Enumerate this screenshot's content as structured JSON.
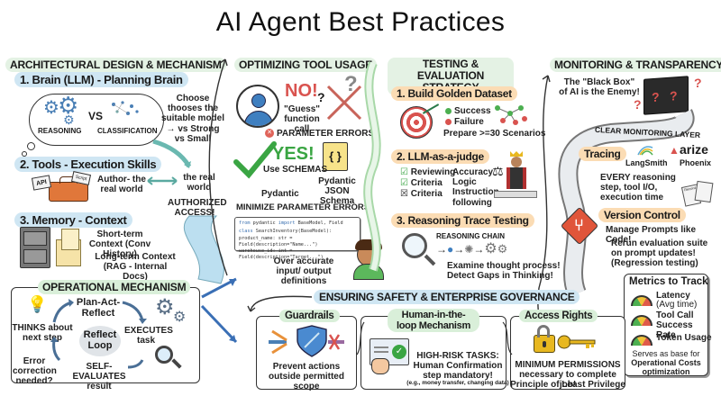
{
  "title": "AI Agent Best Practices",
  "architecture": {
    "heading": "ARCHITECTURAL DESIGN & MECHANISM",
    "brain": {
      "label": "1. Brain (LLM) - Planning Brain",
      "left": "REASONING",
      "vs": "VS",
      "right": "CLASSIFICATION",
      "note": "Choose thooses the suitable model → vs Strong vs Small"
    },
    "tools": {
      "label": "2. Tools - Execution Skills",
      "api_tag": "API",
      "script_tag": "Script",
      "author": "Author- the real world",
      "real_world": "the real world",
      "authorized": "AUTHORIZED ACCESS!"
    },
    "memory": {
      "label": "3. Memory - Context",
      "short_term": "Short-term Context (Conv History)",
      "long_term": "Long-term Context (RAG - Internal Docs)"
    },
    "operational": {
      "heading": "OPERATIONAL MECHANISM",
      "plan": "Plan-Act- Reflect",
      "thinks": "THINKS about next step",
      "center": "Reflect Loop",
      "executes": "EXECUTES task",
      "error": "Error correction needed?",
      "self_eval": "SELF-EVALUATES result"
    }
  },
  "tool_usage": {
    "heading": "OPTIMIZING TOOL USAGE",
    "no": "NO!",
    "guess": "\"Guess\" function call",
    "param_errors": "PARAMETER ERRORS",
    "yes": "YES!",
    "use_schemas": "Use SCHEMAS",
    "pydantic": "Pydantic",
    "pydantic_json": "Pydantic JSON Schema",
    "minimize": "MINIMIZE PARAMETER ERRORS!",
    "code": {
      "line1_kw": "from",
      "line1_mod": " pydantic ",
      "line1_kw2": "import",
      "line1_rest": " BaseModel, Field",
      "line2_kw": "class",
      "line2_rest": " SearchInventory(BaseModel):",
      "line3": "  product_name: str = Field(description=\"Name...\")",
      "line4": "  warehouse_id: int = Field(description=\"Target...\")"
    },
    "over_accurate": "Over accurate input/ output definitions"
  },
  "testing": {
    "heading": "TESTING & EVALUATION STRATEGY",
    "golden": {
      "label": "1. Build Golden Dataset",
      "success": "Success",
      "failure": "Failure",
      "prepare": "Prepare >=30 Scenarios"
    },
    "judge": {
      "label": "2. LLM-as-a-judge",
      "check1": "Reviewing",
      "check2": "Criteria",
      "check3": "Criteria",
      "criteria": "Accuracy Logic Instruction following"
    },
    "trace": {
      "label": "3. Reasoning Trace Testing",
      "chain": "REASONING CHAIN",
      "examine": "Examine thought process!",
      "detect": "Detect Gaps in Thinking!"
    }
  },
  "monitoring": {
    "heading": "MONITORING & TRANSPARENCY",
    "black_box": "The \"Black Box\" of AI is the Enemy!",
    "layer": "CLEAR MONITORING LAYER",
    "tracing": {
      "label": "Tracing",
      "tool1": "LangSmith",
      "tool2": "arize",
      "tool2_sub": "Phoenix",
      "desc": "EVERY reasoning step, tool I/O, execution time",
      "doc_tag": "Record"
    },
    "version": {
      "label": "Version Control",
      "desc": "Manage Prompts like Code!",
      "rerun": "Rerun evaluation suite on prompt updates! (Regression testing)"
    },
    "metrics": {
      "title": "Metrics to Track",
      "items": [
        {
          "name": "Latency",
          "sub": "(Avg time)"
        },
        {
          "name": "Tool Call Success Rate",
          "sub": ""
        },
        {
          "name": "Token Usage",
          "sub": ""
        }
      ],
      "footer_light": "Serves as base for",
      "footer_bold": "Operational Costs optimization"
    }
  },
  "governance": {
    "heading": "ENSURING SAFETY & ENTERPRISE GOVERNANCE",
    "guardrails": {
      "label": "Guardrails",
      "desc": "Prevent actions outside permitted scope"
    },
    "hitl": {
      "label": "Human-in-the-loop Mechanism",
      "desc": "HIGH-RISK TASKS: Human Confirmation step mandatory!",
      "example": "(e.g., money transfer, changing data)"
    },
    "access": {
      "label": "Access Rights",
      "desc1": "MINIMUM PERMISSIONS",
      "desc2": "necessary to complete job!",
      "desc3": "Principle of Least Privilege"
    }
  },
  "colors": {
    "pill_blue": "#cfe6f3",
    "pill_orange": "#fbdcb4",
    "pill_green": "#d9efd9",
    "accent_blue": "#4a7fb5",
    "red": "#d9534f",
    "green": "#3aa543"
  }
}
